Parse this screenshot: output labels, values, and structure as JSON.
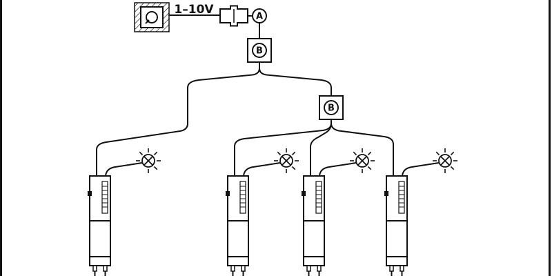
{
  "diagram": {
    "kind": "wiring-diagram",
    "labels": {
      "control_signal": "1–10V",
      "node_a": "A",
      "node_b1": "B",
      "node_b2": "B"
    },
    "colors": {
      "line": "#111111",
      "background": "#ffffff"
    },
    "components": {
      "dimmer_count": 1,
      "connector_count": 1,
      "distributor_count": 2,
      "driver_count": 4,
      "lamp_count": 4
    }
  }
}
